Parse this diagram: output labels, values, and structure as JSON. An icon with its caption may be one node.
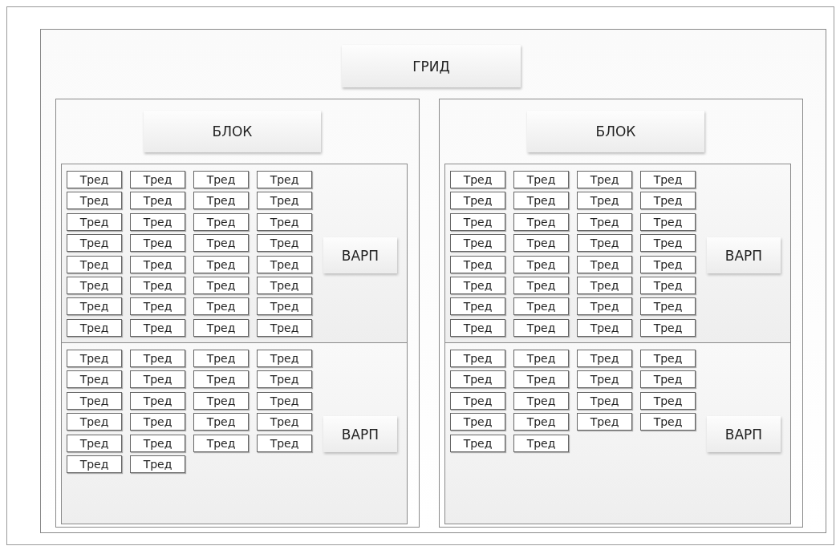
{
  "diagram": {
    "nodes": [
      {
        "text": [
          "ГРИД"
        ]
      },
      {
        "text": [
          "БЛОК"
        ],
        "in": 0
      },
      {
        "text": [
          "ВАРП"
        ],
        "in": 1
      },
      {
        "text": [
          "Тред"
        ],
        "in": 2
      },
      {
        "text": [
          "Тред"
        ],
        "in": 2
      },
      {
        "text": [
          "Тред"
        ],
        "in": 2
      },
      {
        "text": [
          "Тред"
        ],
        "in": 2
      },
      {
        "text": [
          "Тред"
        ],
        "in": 2
      },
      {
        "text": [
          "Тред"
        ],
        "in": 2
      },
      {
        "text": [
          "Тред"
        ],
        "in": 2
      },
      {
        "text": [
          "Тред"
        ],
        "in": 2
      },
      {
        "text": [
          "Тред"
        ],
        "in": 2
      },
      {
        "text": [
          "Тред"
        ],
        "in": 2
      },
      {
        "text": [
          "Тред"
        ],
        "in": 2
      },
      {
        "text": [
          "Тред"
        ],
        "in": 2
      },
      {
        "text": [
          "Тред"
        ],
        "in": 2
      },
      {
        "text": [
          "Тред"
        ],
        "in": 2
      },
      {
        "text": [
          "Тред"
        ],
        "in": 2
      },
      {
        "text": [
          "Тред"
        ],
        "in": 2
      },
      {
        "text": [
          "Тред"
        ],
        "in": 2
      },
      {
        "text": [
          "Тред"
        ],
        "in": 2
      },
      {
        "text": [
          "Тред"
        ],
        "in": 2
      },
      {
        "text": [
          "Тред"
        ],
        "in": 2
      },
      {
        "text": [
          "Тред"
        ],
        "in": 2
      },
      {
        "text": [
          "Тред"
        ],
        "in": 2
      },
      {
        "text": [
          "Тред"
        ],
        "in": 2
      },
      {
        "text": [
          "Тред"
        ],
        "in": 2
      },
      {
        "text": [
          "Тред"
        ],
        "in": 2
      },
      {
        "text": [
          "Тред"
        ],
        "in": 2
      },
      {
        "text": [
          "Тред"
        ],
        "in": 2
      },
      {
        "text": [
          "Тред"
        ],
        "in": 2
      },
      {
        "text": [
          "Тред"
        ],
        "in": 2
      },
      {
        "text": [
          "Тред"
        ],
        "in": 2
      },
      {
        "text": [
          "Тред"
        ],
        "in": 2
      },
      {
        "text": [
          "Тред"
        ],
        "in": 2
      },
      {
        "text": [
          "ВАРП"
        ],
        "in": 1
      },
      {
        "text": [
          "Тред"
        ],
        "in": 35
      },
      {
        "text": [
          "Тред"
        ],
        "in": 35
      },
      {
        "text": [
          "Тред"
        ],
        "in": 35
      },
      {
        "text": [
          "Тред"
        ],
        "in": 35
      },
      {
        "text": [
          "Тред"
        ],
        "in": 35
      },
      {
        "text": [
          "Тред"
        ],
        "in": 35
      },
      {
        "text": [
          "Тред"
        ],
        "in": 35
      },
      {
        "text": [
          "Тред"
        ],
        "in": 35
      },
      {
        "text": [
          "Тред"
        ],
        "in": 35
      },
      {
        "text": [
          "Тред"
        ],
        "in": 35
      },
      {
        "text": [
          "Тред"
        ],
        "in": 35
      },
      {
        "text": [
          "Тред"
        ],
        "in": 35
      },
      {
        "text": [
          "Тред"
        ],
        "in": 35
      },
      {
        "text": [
          "Тред"
        ],
        "in": 35
      },
      {
        "text": [
          "Тред"
        ],
        "in": 35
      },
      {
        "text": [
          "Тред"
        ],
        "in": 35
      },
      {
        "text": [
          "Тред"
        ],
        "in": 35
      },
      {
        "text": [
          "Тред"
        ],
        "in": 35
      },
      {
        "text": [
          "Тред"
        ],
        "in": 35
      },
      {
        "text": [
          "Тред"
        ],
        "in": 35
      },
      {
        "text": [
          "Тред"
        ],
        "in": 35
      },
      {
        "text": [
          "Тред"
        ],
        "in": 35
      },
      {
        "text": [
          "БЛОК"
        ],
        "in": 0
      },
      {
        "text": [
          "ВАРП"
        ],
        "in": 58
      },
      {
        "text": [
          "Тред"
        ],
        "in": 59
      },
      {
        "text": [
          "Тред"
        ],
        "in": 59
      },
      {
        "text": [
          "Тред"
        ],
        "in": 59
      },
      {
        "text": [
          "Тред"
        ],
        "in": 59
      },
      {
        "text": [
          "Тред"
        ],
        "in": 59
      },
      {
        "text": [
          "Тред"
        ],
        "in": 59
      },
      {
        "text": [
          "Тред"
        ],
        "in": 59
      },
      {
        "text": [
          "Тред"
        ],
        "in": 59
      },
      {
        "text": [
          "Тред"
        ],
        "in": 59
      },
      {
        "text": [
          "Тред"
        ],
        "in": 59
      },
      {
        "text": [
          "Тред"
        ],
        "in": 59
      },
      {
        "text": [
          "Тред"
        ],
        "in": 59
      },
      {
        "text": [
          "Тред"
        ],
        "in": 59
      },
      {
        "text": [
          "Тред"
        ],
        "in": 59
      },
      {
        "text": [
          "Тред"
        ],
        "in": 59
      },
      {
        "text": [
          "Тред"
        ],
        "in": 59
      },
      {
        "text": [
          "Тред"
        ],
        "in": 59
      },
      {
        "text": [
          "Тред"
        ],
        "in": 59
      },
      {
        "text": [
          "Тред"
        ],
        "in": 59
      },
      {
        "text": [
          "Тред"
        ],
        "in": 59
      },
      {
        "text": [
          "Тред"
        ],
        "in": 59
      },
      {
        "text": [
          "Тред"
        ],
        "in": 59
      },
      {
        "text": [
          "Тред"
        ],
        "in": 59
      },
      {
        "text": [
          "Тред"
        ],
        "in": 59
      },
      {
        "text": [
          "Тред"
        ],
        "in": 59
      },
      {
        "text": [
          "Тред"
        ],
        "in": 59
      },
      {
        "text": [
          "Тред"
        ],
        "in": 59
      },
      {
        "text": [
          "Тред"
        ],
        "in": 59
      },
      {
        "text": [
          "Тред"
        ],
        "in": 59
      },
      {
        "text": [
          "Тред"
        ],
        "in": 59
      },
      {
        "text": [
          "Тред"
        ],
        "in": 59
      },
      {
        "text": [
          "Тред"
        ],
        "in": 59
      },
      {
        "text": [
          "ВАРП"
        ],
        "in": 58
      },
      {
        "text": [
          "Тред"
        ],
        "in": 92
      },
      {
        "text": [
          "Тред"
        ],
        "in": 92
      },
      {
        "text": [
          "Тред"
        ],
        "in": 92
      },
      {
        "text": [
          "Тред"
        ],
        "in": 92
      },
      {
        "text": [
          "Тред"
        ],
        "in": 92
      },
      {
        "text": [
          "Тред"
        ],
        "in": 92
      },
      {
        "text": [
          "Тред"
        ],
        "in": 92
      },
      {
        "text": [
          "Тред"
        ],
        "in": 92
      },
      {
        "text": [
          "Тред"
        ],
        "in": 92
      },
      {
        "text": [
          "Тред"
        ],
        "in": 92
      },
      {
        "text": [
          "Тред"
        ],
        "in": 92
      },
      {
        "text": [
          "Тред"
        ],
        "in": 92
      },
      {
        "text": [
          "Тред"
        ],
        "in": 92
      },
      {
        "text": [
          "Тред"
        ],
        "in": 92
      },
      {
        "text": [
          "Тред"
        ],
        "in": 92
      },
      {
        "text": [
          "Тред"
        ],
        "in": 92
      },
      {
        "text": [
          "Тред"
        ],
        "in": 92
      },
      {
        "text": [
          "Тред"
        ],
        "in": 92
      }
    ]
  }
}
